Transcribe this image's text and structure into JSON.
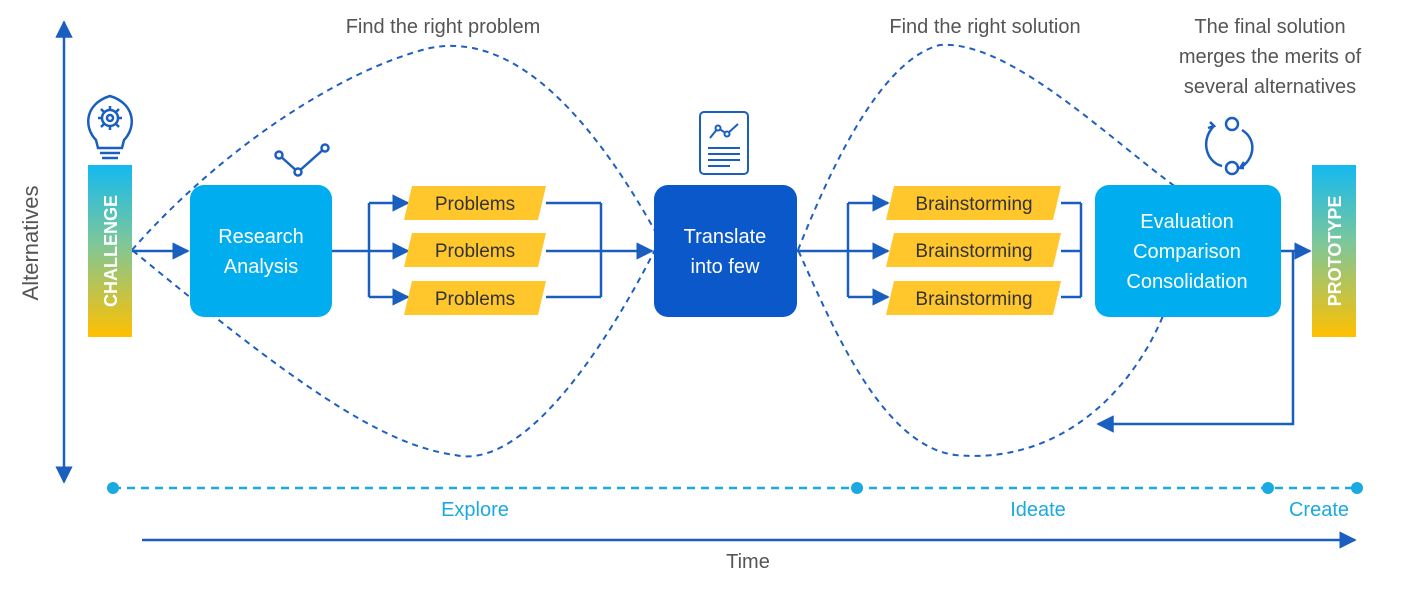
{
  "headings": {
    "problem": "Find the right problem",
    "solution": "Find the right solution",
    "final_line1": "The final solution",
    "final_line2": "merges the merits of",
    "final_line3": "several alternatives"
  },
  "axes": {
    "vertical": "Alternatives",
    "horizontal": "Time"
  },
  "bars": {
    "challenge": "CHALLENGE",
    "prototype": "PROTOTYPE"
  },
  "boxes": {
    "research_line1": "Research",
    "research_line2": "Analysis",
    "translate_line1": "Translate",
    "translate_line2": "into few",
    "evaluation_line1": "Evaluation",
    "evaluation_line2": "Comparison",
    "evaluation_line3": "Consolidation"
  },
  "problems": [
    "Problems",
    "Problems",
    "Problems"
  ],
  "brainstorming": [
    "Brainstorming",
    "Brainstorming",
    "Brainstorming"
  ],
  "phases": {
    "explore": "Explore",
    "ideate": "Ideate",
    "create": "Create"
  },
  "icons": {
    "challenge": "lightbulb-gear-icon",
    "research": "line-chart-icon",
    "translate": "report-document-icon",
    "evaluation": "cycle-arrows-icon"
  },
  "colors": {
    "arrow": "#1a5fbf",
    "light_box": "#00aeef",
    "dark_box": "#0a58c9",
    "yellow": "#ffc72c",
    "phase_text": "#1aa9e0",
    "dashed": "#1f5fbf"
  }
}
